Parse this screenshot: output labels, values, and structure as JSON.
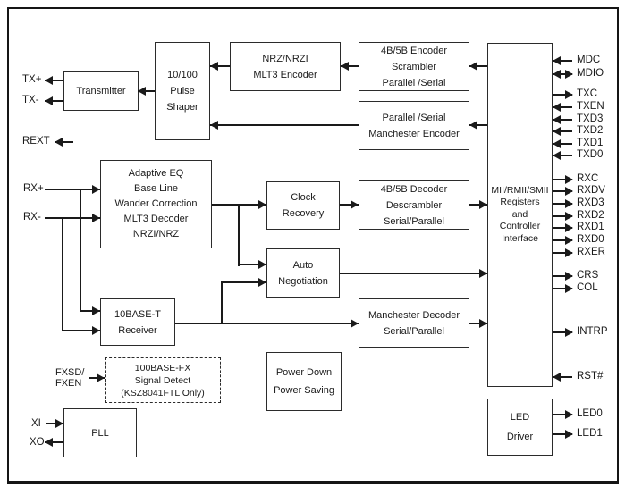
{
  "colors": {
    "line": "#1a1a1a",
    "box_border": "#2b2b2b",
    "background": "#ffffff",
    "text": "#1a1a1a"
  },
  "blocks": {
    "transmitter": {
      "lines": [
        "Transmitter"
      ]
    },
    "pulse_shaper": {
      "lines": [
        "10/100",
        "Pulse",
        "Shaper"
      ]
    },
    "nrz_mlt3_encoder": {
      "lines": [
        "NRZ/NRZI",
        "MLT3 Encoder"
      ]
    },
    "encoder_4b5b": {
      "lines": [
        "4B/5B Encoder",
        "Scrambler",
        "Parallel /Serial"
      ]
    },
    "manchester_encoder": {
      "lines": [
        "Parallel /Serial",
        "Manchester Encoder"
      ]
    },
    "adaptive_eq": {
      "lines": [
        "Adaptive EQ",
        "Base Line",
        "Wander Correction",
        "MLT3 Decoder",
        "NRZI/NRZ"
      ]
    },
    "clock_recovery": {
      "lines": [
        "Clock",
        "Recovery"
      ]
    },
    "decoder_4b5b": {
      "lines": [
        "4B/5B Decoder",
        "Descrambler",
        "Serial/Parallel"
      ]
    },
    "auto_negotiation": {
      "lines": [
        "Auto",
        "Negotiation"
      ]
    },
    "receiver_10baset": {
      "lines": [
        "10BASE-T",
        "Receiver"
      ]
    },
    "manchester_decoder": {
      "lines": [
        "Manchester Decoder",
        "Serial/Parallel"
      ]
    },
    "signal_detect_fx": {
      "lines": [
        "100BASE-FX",
        "Signal Detect",
        "(KSZ8041FTL Only)"
      ]
    },
    "power": {
      "lines": [
        "Power Down",
        "Power Saving"
      ]
    },
    "pll": {
      "lines": [
        "PLL"
      ]
    },
    "mii_interface": {
      "lines": [
        "MII/RMII/SMII",
        "Registers",
        "and",
        "Controller",
        "Interface"
      ]
    },
    "led_driver": {
      "lines": [
        "LED",
        "Driver"
      ]
    }
  },
  "left_pins": [
    {
      "label": "TX+",
      "direction": "out"
    },
    {
      "label": "TX-",
      "direction": "out"
    },
    {
      "label": "REXT",
      "direction": "out"
    },
    {
      "label": "RX+",
      "direction": "in"
    },
    {
      "label": "RX-",
      "direction": "in"
    },
    {
      "lines": [
        "FXSD/",
        "FXEN"
      ],
      "direction": "in"
    },
    {
      "label": "XI",
      "direction": "in"
    },
    {
      "label": "XO",
      "direction": "out"
    }
  ],
  "right_pins": [
    {
      "label": "MDC",
      "direction": "in"
    },
    {
      "label": "MDIO",
      "direction": "bidirectional"
    },
    {
      "label": "TXC",
      "direction": "out"
    },
    {
      "label": "TXEN",
      "direction": "in"
    },
    {
      "label": "TXD3",
      "direction": "in"
    },
    {
      "label": "TXD2",
      "direction": "in"
    },
    {
      "label": "TXD1",
      "direction": "in"
    },
    {
      "label": "TXD0",
      "direction": "in"
    },
    {
      "label": "RXC",
      "direction": "out"
    },
    {
      "label": "RXDV",
      "direction": "out"
    },
    {
      "label": "RXD3",
      "direction": "out"
    },
    {
      "label": "RXD2",
      "direction": "out"
    },
    {
      "label": "RXD1",
      "direction": "out"
    },
    {
      "label": "RXD0",
      "direction": "out"
    },
    {
      "label": "RXER",
      "direction": "out"
    },
    {
      "label": "CRS",
      "direction": "out"
    },
    {
      "label": "COL",
      "direction": "out"
    },
    {
      "label": "INTRP",
      "direction": "out"
    },
    {
      "label": "RST#",
      "direction": "in"
    },
    {
      "label": "LED0",
      "direction": "out"
    },
    {
      "label": "LED1",
      "direction": "out"
    }
  ]
}
